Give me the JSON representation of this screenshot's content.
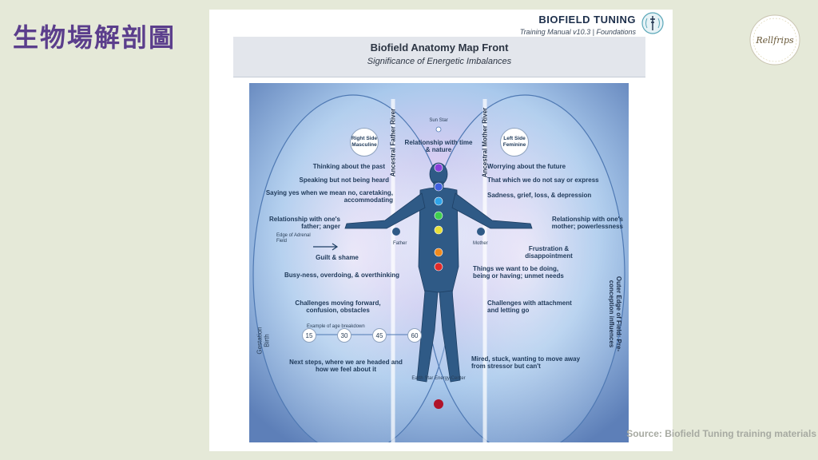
{
  "slide": {
    "title": "生物場解剖圖",
    "source_note": "Source: Biofield Tuning training materials",
    "logo_text": "Rellfrips"
  },
  "document": {
    "brand_name": "BIOFIELD TUNING",
    "brand_subtitle": "Training Manual v10.3 | Foundations",
    "map_title": "Biofield Anatomy Map Front",
    "map_subtitle": "Significance of Energetic Imbalances"
  },
  "diagram": {
    "right_side_badge": "Right Side Masculine",
    "left_side_badge": "Left Side Feminine",
    "father_river": "Ancestral Father River",
    "mother_river": "Ancestral Mother River",
    "sun_star": "Sun Star",
    "father_label": "Father",
    "mother_label": "Mother",
    "earth_star": "Earth Star Energy Center",
    "outer_edge": "Outer Edge of Field: Pre-conception influences",
    "gestation": "Gestation",
    "birth": "Birth",
    "edge_adrenal": "Edge of Adrenal Field",
    "age_breakdown_label": "Example of age breakdown",
    "ages": [
      "15",
      "30",
      "45",
      "60"
    ],
    "center_top": "Relationship with time & nature",
    "left_labels": [
      "Thinking about the past",
      "Speaking but not being heard",
      "Saying yes when we mean no, caretaking, accommodating",
      "Relationship with one's father; anger",
      "Guilt & shame",
      "Busy-ness, overdoing, & overthinking",
      "Challenges moving forward, confusion, obstacles",
      "Next steps, where we are headed and how we feel about it"
    ],
    "right_labels": [
      "Worrying about the future",
      "That which we do not say or express",
      "Sadness, grief, loss, & depression",
      "Relationship with one's mother; powerlessness",
      "Frustration & disappointment",
      "Things we want to be doing, being or having; unmet needs",
      "Challenges with attachment and letting go",
      "Mired, stuck, wanting to move away from stressor but can't"
    ],
    "chakra_colors": [
      "#8a3fd9",
      "#3f5fe0",
      "#2fa3e8",
      "#3fcf4f",
      "#e8e03a",
      "#f08a1e",
      "#e02a2a"
    ],
    "earth_star_color": "#b0132a",
    "field_color": "#a9c9ec",
    "figure_color": "#2f5a86"
  }
}
